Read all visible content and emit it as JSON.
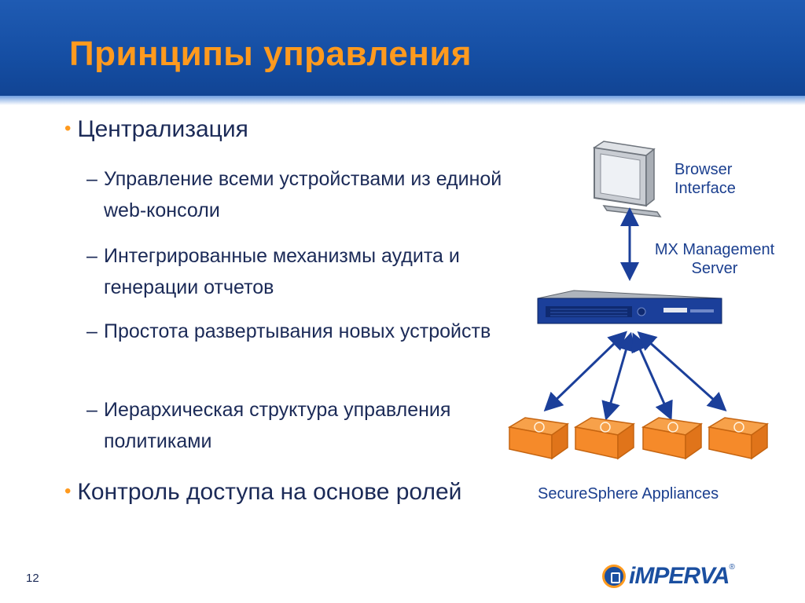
{
  "slide": {
    "title": "Принципы управления",
    "page_number": "12"
  },
  "bullets": [
    {
      "text": "Централизация",
      "sub": [
        "Управление всеми устройствами из единой web-консоли",
        "Интегрированные механизмы аудита и генерации отчетов",
        "Простота развертывания новых устройств",
        "Иерархическая структура управления политиками"
      ]
    },
    {
      "text": "Контроль доступа на основе ролей",
      "sub": []
    }
  ],
  "diagram": {
    "browser_label_1": "Browser",
    "browser_label_2": "Interface",
    "server_label_1": "MX Management",
    "server_label_2": "Server",
    "appliances_label": "SecureSphere Appliances",
    "appliance_count": 4
  },
  "logo": {
    "text": "iMPERVA",
    "mark": "®"
  },
  "colors": {
    "header_blue": "#154ea3",
    "title_orange": "#ff9a1e",
    "text_navy": "#1b2a57",
    "arrow_blue": "#1b3f9a",
    "appliance_orange": "#f58a2a"
  },
  "icons": [
    "monitor-icon",
    "server-icon",
    "appliance-icon",
    "imperva-logo-icon"
  ]
}
